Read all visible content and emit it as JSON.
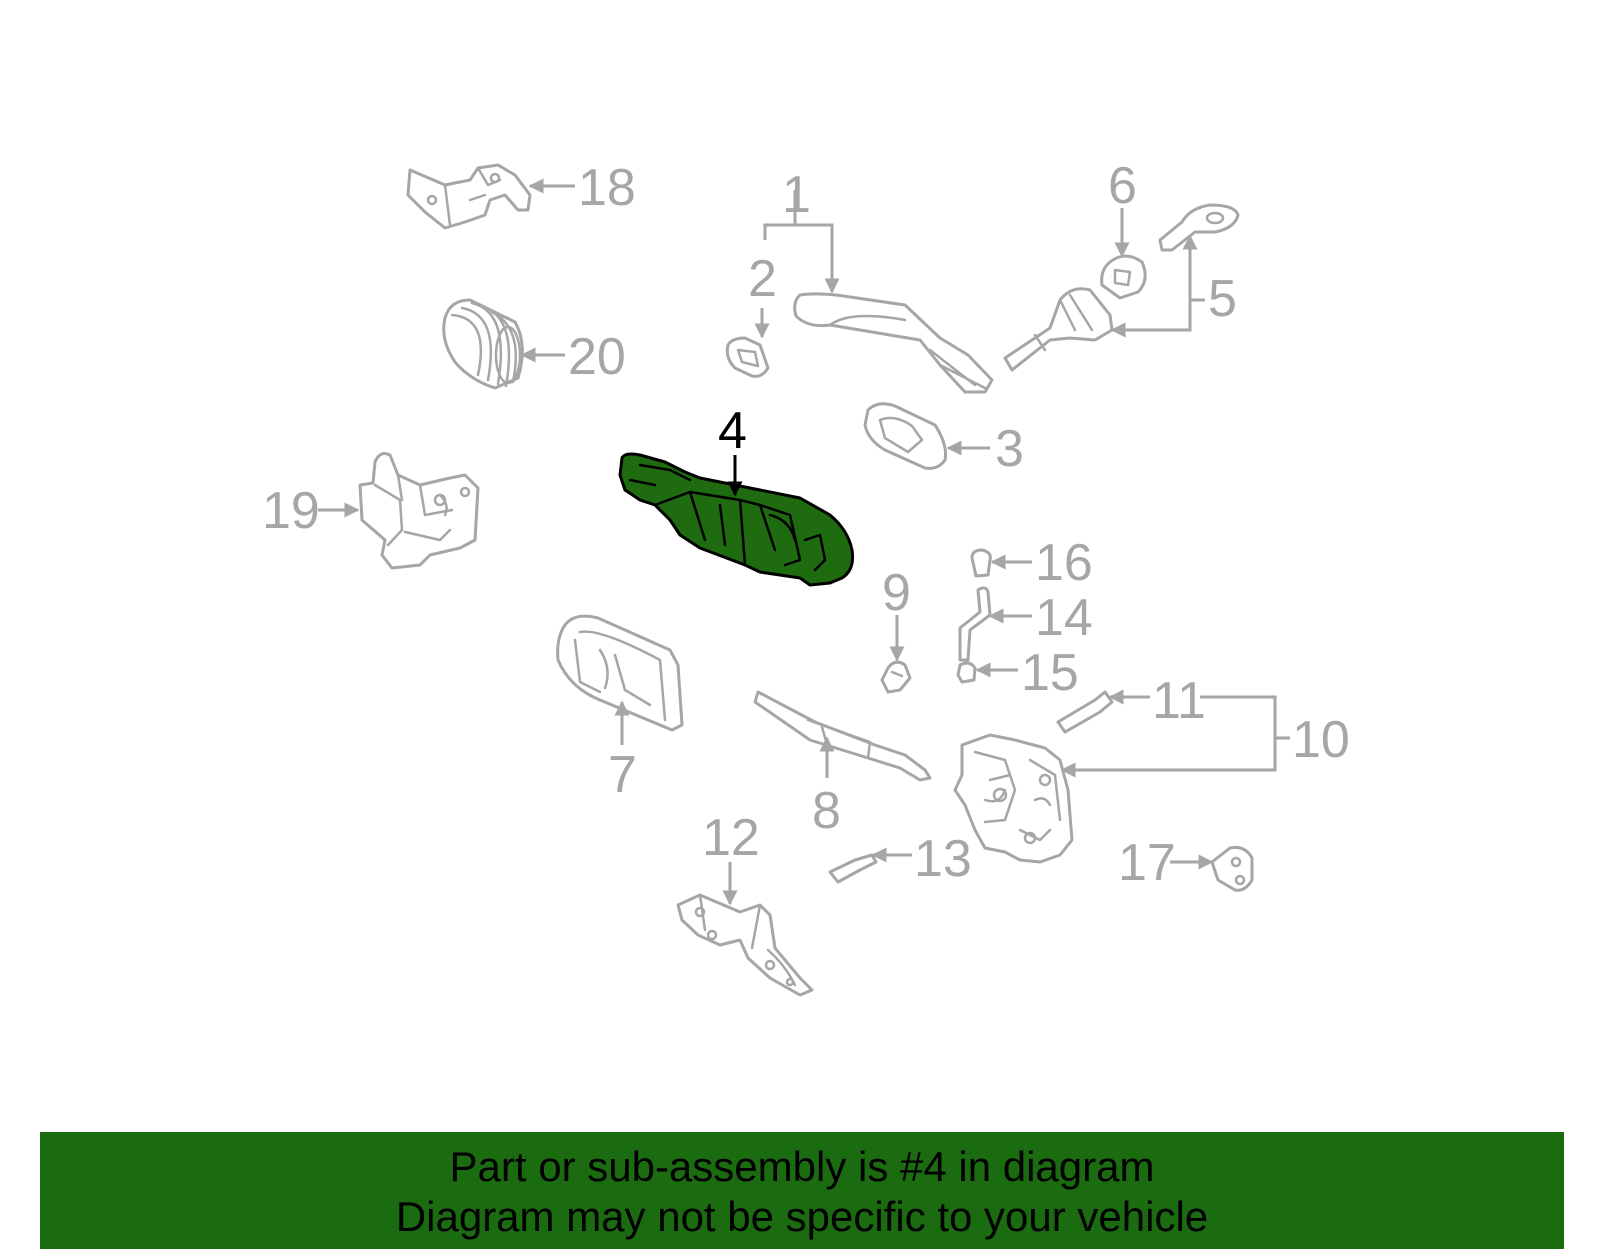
{
  "highlight": {
    "part_number": "4",
    "fill_color": "#1f6b0f",
    "outline_color": "#000000"
  },
  "callouts": [
    {
      "id": "1",
      "label": "1"
    },
    {
      "id": "2",
      "label": "2"
    },
    {
      "id": "3",
      "label": "3"
    },
    {
      "id": "4",
      "label": "4"
    },
    {
      "id": "5",
      "label": "5"
    },
    {
      "id": "6",
      "label": "6"
    },
    {
      "id": "7",
      "label": "7"
    },
    {
      "id": "8",
      "label": "8"
    },
    {
      "id": "9",
      "label": "9"
    },
    {
      "id": "10",
      "label": "10"
    },
    {
      "id": "11",
      "label": "11"
    },
    {
      "id": "12",
      "label": "12"
    },
    {
      "id": "13",
      "label": "13"
    },
    {
      "id": "14",
      "label": "14"
    },
    {
      "id": "15",
      "label": "15"
    },
    {
      "id": "16",
      "label": "16"
    },
    {
      "id": "17",
      "label": "17"
    },
    {
      "id": "18",
      "label": "18"
    },
    {
      "id": "19",
      "label": "19"
    },
    {
      "id": "20",
      "label": "20"
    }
  ],
  "part_color": "#a6a6a6",
  "banner": {
    "line1": "Part or sub-assembly is #4 in diagram",
    "line2": "Diagram may not be specific to your vehicle",
    "background": "#1b6b10"
  }
}
